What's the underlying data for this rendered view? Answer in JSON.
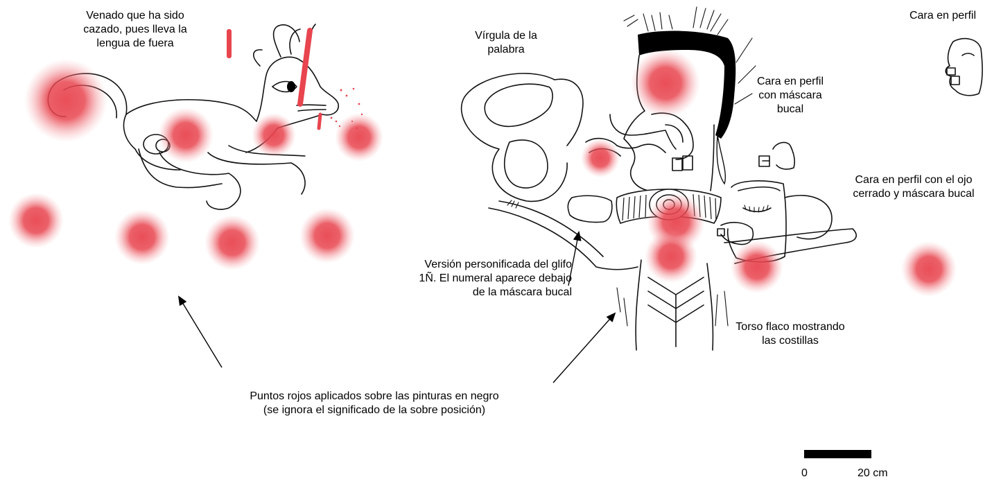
{
  "labels": {
    "venado": [
      "Venado que ha sido",
      "cazado, pues lleva la",
      "lengua de fuera"
    ],
    "virgula": [
      "Vírgula de la",
      "palabra"
    ],
    "cara_perfil_sola": [
      "Cara en perfil"
    ],
    "cara_mascara": [
      "Cara en perfil",
      "con máscara",
      "bucal"
    ],
    "cara_ojo_cerrado": [
      "Cara en perfil con el ojo",
      "cerrado y máscara bucal"
    ],
    "glifo": [
      "Versión personificada del glifo",
      "1Ñ. El numeral aparece debajo",
      "de la máscara bucal"
    ],
    "torso": [
      "Torso flaco mostrando",
      "las costillas"
    ],
    "puntos": [
      "Puntos rojos aplicados sobre las pinturas en negro",
      "(se ignora el significado de la sobre posición)"
    ]
  },
  "scale": {
    "start_label": "0",
    "end_label": "20 cm"
  },
  "colors": {
    "red_dot": "#e8454f",
    "ink": "#111111",
    "hair": "#000000",
    "background": "#ffffff"
  }
}
